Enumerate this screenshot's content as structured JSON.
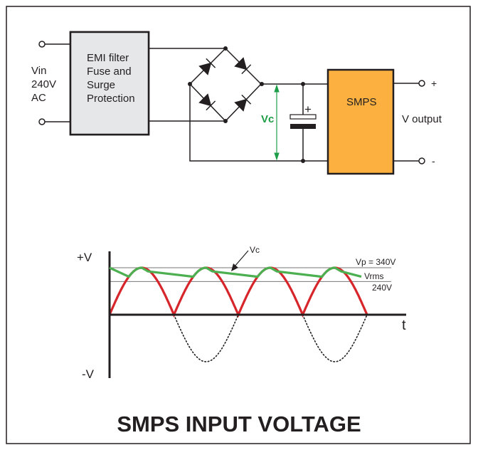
{
  "circuit": {
    "input_label_lines": [
      "Vin",
      "240V",
      "AC"
    ],
    "filter_block_lines": [
      "EMI filter",
      "Fuse and",
      "Surge",
      "Protection"
    ],
    "smps_block_label": "SMPS",
    "vc_label": "Vc",
    "cap_polarity": "+",
    "output_plus": "+",
    "output_minus": "-",
    "output_label": "V output"
  },
  "colors": {
    "filter_block": "#e6e7e8",
    "smps_block": "#fbb040",
    "vc_arrow": "#1e9e48",
    "rectified": "#d7262b",
    "ripple": "#4caf50",
    "wire": "#231f20"
  },
  "chart_data": {
    "type": "line",
    "title": "SMPS INPUT VOLTAGE",
    "xlabel": "t",
    "ylabel_top": "+V",
    "ylabel_bottom": "-V",
    "ylim": [
      -340,
      340
    ],
    "half_cycles": 4,
    "reference_lines": [
      {
        "name": "Vp",
        "value": 340,
        "label": "Vp = 340V"
      },
      {
        "name": "Vrms",
        "value": 240,
        "label_lines": [
          "Vrms",
          "240V"
        ]
      }
    ],
    "series": [
      {
        "name": "Rectified sine",
        "style": "solid-red",
        "description": "full-wave rectified |sin|, peak 340V"
      },
      {
        "name": "Negative half-cycles (original AC)",
        "style": "dotted-black",
        "visible_half_cycles": [
          2,
          4
        ],
        "peak": -340
      },
      {
        "name": "Vc",
        "style": "solid-green",
        "description": "capacitor voltage ripple",
        "start_value": 340,
        "valley_value": 275,
        "end_value": 275
      }
    ],
    "annotation": {
      "text": "Vc",
      "points_to": "ripple line"
    }
  }
}
